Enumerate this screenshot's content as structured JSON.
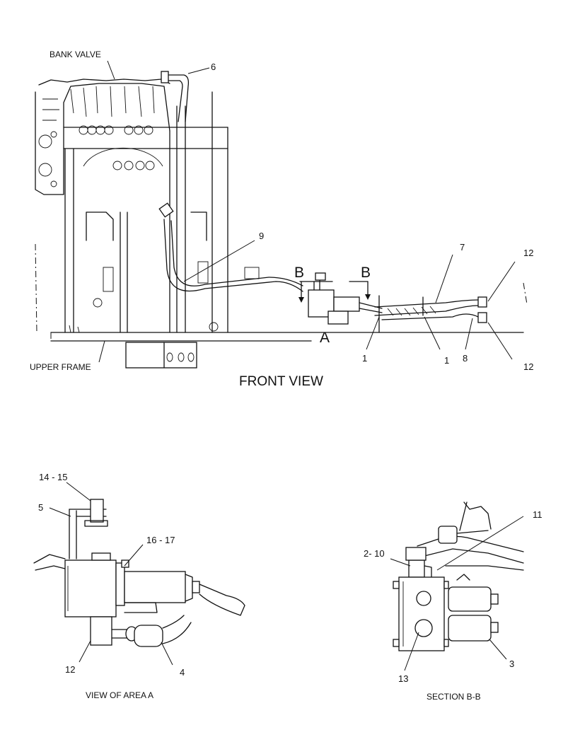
{
  "labels": {
    "bank_valve": "BANK VALVE",
    "upper_frame": "UPPER FRAME",
    "front_view": "FRONT VIEW",
    "view_area_a": "VIEW OF AREA  A",
    "section_bb": "SECTION B-B",
    "section_b_left": "B",
    "section_b_right": "B",
    "area_a": "A"
  },
  "callouts": {
    "c6": "6",
    "c9": "9",
    "c7": "7",
    "c12_top": "12",
    "c1_left": "1",
    "c1_right": "1",
    "c8": "8",
    "c12_bottom": "12",
    "c14_15": "14 - 15",
    "c5": "5",
    "c16_17": "16 - 17",
    "c12_view_a": "12",
    "c4": "4",
    "c11": "11",
    "c2_10": "2- 10",
    "c13": "13",
    "c3": "3"
  }
}
